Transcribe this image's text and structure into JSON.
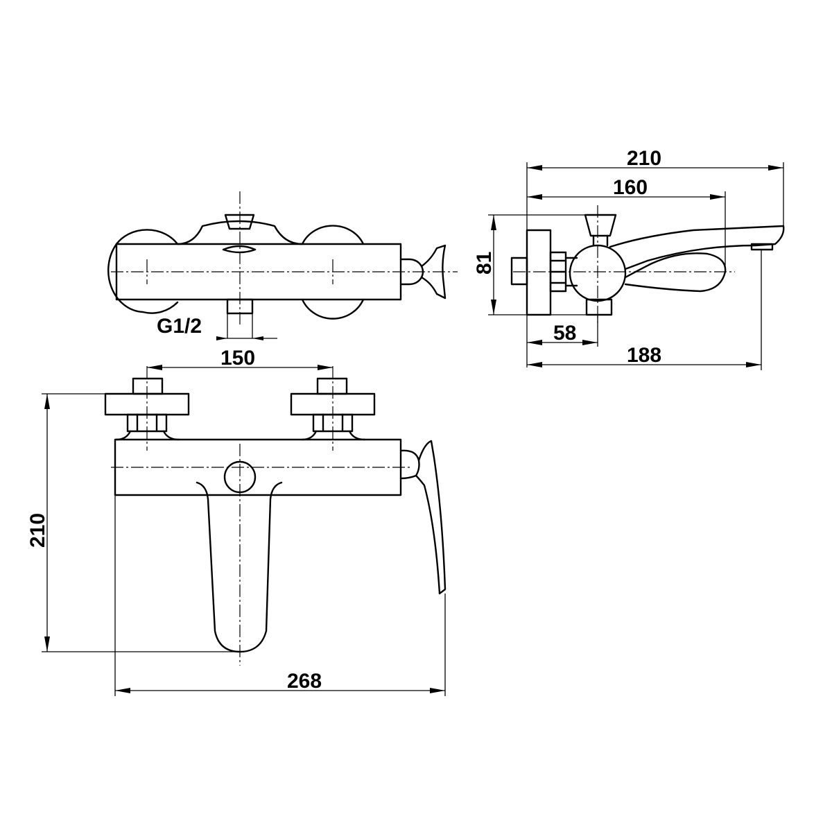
{
  "colors": {
    "background": "#ffffff",
    "line": "#000000"
  },
  "dimensions": {
    "top_view": {
      "thread": "G1/2"
    },
    "side_view": {
      "overall": "210",
      "spout": "160",
      "height": "81",
      "inlet": "58",
      "projection": "188"
    },
    "front_view": {
      "centres": "150",
      "height": "210",
      "width": "268"
    }
  }
}
